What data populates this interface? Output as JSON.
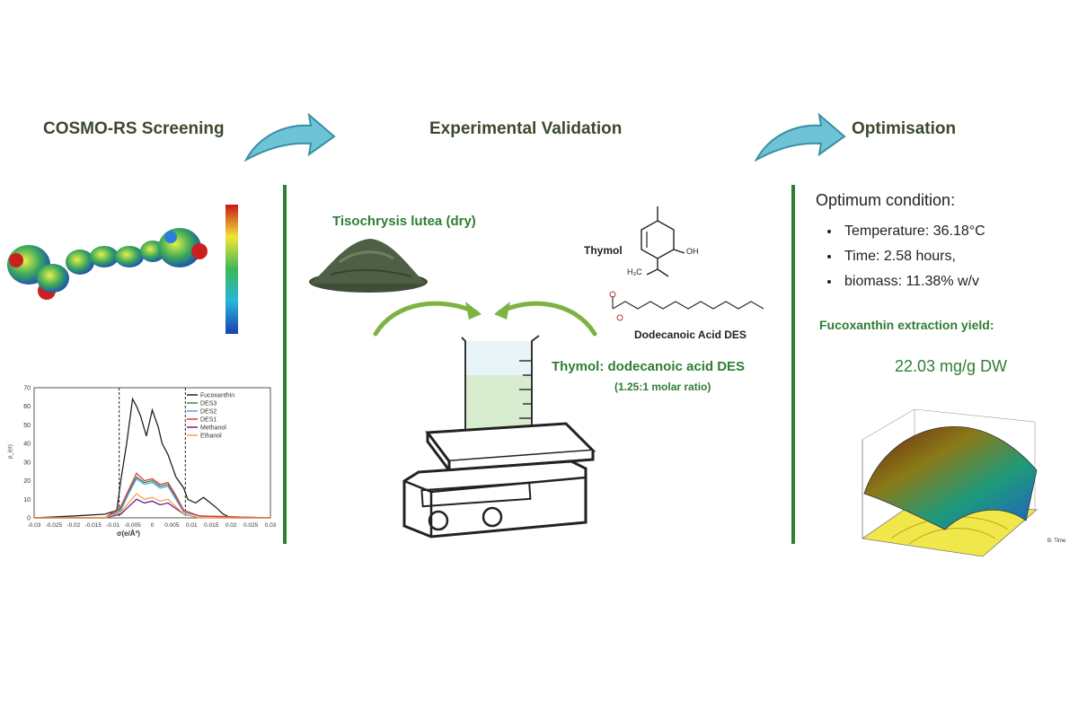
{
  "steps": {
    "screening_title": "COSMO-RS Screening",
    "validation_title": "Experimental Validation",
    "optimisation_title": "Optimisation"
  },
  "validation": {
    "biomass_label": "Tisochrysis lutea (dry)",
    "thymol_label": "Thymol",
    "thymol_oh": "OH",
    "thymol_ch3": "H₃C",
    "acid_label": "Dodecanoic Acid DES",
    "des_label": "Thymol: dodecanoic acid DES",
    "ratio_label": "(1.25:1 molar ratio)"
  },
  "optimisation": {
    "heading": "Optimum condition:",
    "conditions": [
      "Temperature: 36.18°C",
      "Time: 2.58 hours,",
      "biomass: 11.38% w/v"
    ],
    "yield_label": "Fucoxanthin extraction yield:",
    "yield_value": "22.03 mg/g DW",
    "surface_axis_label": "B: Time"
  },
  "chart_data": {
    "type": "line",
    "title": "",
    "xlabel": "σ(e/Å²)",
    "ylabel": "p_i(σ)",
    "xlim": [
      -0.03,
      0.03
    ],
    "ylim": [
      0,
      70
    ],
    "x_ticks": [
      "-0.03",
      "-0.025",
      "-0.02",
      "-0.015",
      "-0.01",
      "-0.005",
      "0",
      "0.005",
      "0.01",
      "0.015",
      "0.02",
      "0.025",
      "0.03"
    ],
    "y_ticks": [
      "0",
      "10",
      "20",
      "30",
      "40",
      "50",
      "60",
      "70"
    ],
    "vlines": [
      -0.0084,
      0.0084
    ],
    "legend": "top-right",
    "series": [
      {
        "name": "Fucoxanthin",
        "color": "#222222",
        "x": [
          -0.03,
          -0.02,
          -0.012,
          -0.009,
          -0.008,
          -0.0065,
          -0.005,
          -0.004,
          -0.003,
          -0.0015,
          0,
          0.0015,
          0.0025,
          0.004,
          0.006,
          0.008,
          0.009,
          0.011,
          0.013,
          0.016,
          0.018,
          0.02,
          0.03
        ],
        "y": [
          0,
          1,
          2,
          4,
          20,
          40,
          64,
          60,
          55,
          44,
          58,
          49,
          40,
          34,
          22,
          16,
          10,
          8,
          11,
          6,
          2,
          0,
          0
        ]
      },
      {
        "name": "DES3",
        "color": "#2e8b57",
        "x": [
          -0.03,
          -0.012,
          -0.008,
          -0.006,
          -0.004,
          -0.002,
          0,
          0.002,
          0.004,
          0.006,
          0.008,
          0.012,
          0.03
        ],
        "y": [
          0,
          0,
          5,
          14,
          22,
          19,
          20,
          17,
          18,
          11,
          4,
          1,
          0
        ]
      },
      {
        "name": "DES2",
        "color": "#4aa3df",
        "x": [
          -0.03,
          -0.012,
          -0.008,
          -0.006,
          -0.004,
          -0.002,
          0,
          0.002,
          0.004,
          0.006,
          0.008,
          0.012,
          0.03
        ],
        "y": [
          0,
          0,
          4,
          13,
          21,
          18,
          19,
          16,
          17,
          10,
          3,
          1,
          0
        ]
      },
      {
        "name": "DES1",
        "color": "#e53935",
        "x": [
          -0.03,
          -0.012,
          -0.008,
          -0.006,
          -0.004,
          -0.002,
          0,
          0.002,
          0.004,
          0.006,
          0.008,
          0.012,
          0.03
        ],
        "y": [
          0,
          0,
          6,
          15,
          24,
          20,
          21,
          18,
          19,
          12,
          4,
          1,
          0
        ]
      },
      {
        "name": "Methanol",
        "color": "#6a1b9a",
        "x": [
          -0.03,
          -0.012,
          -0.008,
          -0.006,
          -0.004,
          -0.002,
          0,
          0.002,
          0.004,
          0.006,
          0.008,
          0.012,
          0.03
        ],
        "y": [
          0,
          0,
          2,
          6,
          10,
          8,
          9,
          7,
          8,
          5,
          2,
          0,
          0
        ]
      },
      {
        "name": "Ethanol",
        "color": "#f4a340",
        "x": [
          -0.03,
          -0.012,
          -0.008,
          -0.006,
          -0.004,
          -0.002,
          0,
          0.002,
          0.004,
          0.006,
          0.008,
          0.012,
          0.03
        ],
        "y": [
          0,
          0,
          3,
          8,
          13,
          10,
          11,
          9,
          10,
          6,
          2,
          0,
          0
        ]
      }
    ]
  }
}
